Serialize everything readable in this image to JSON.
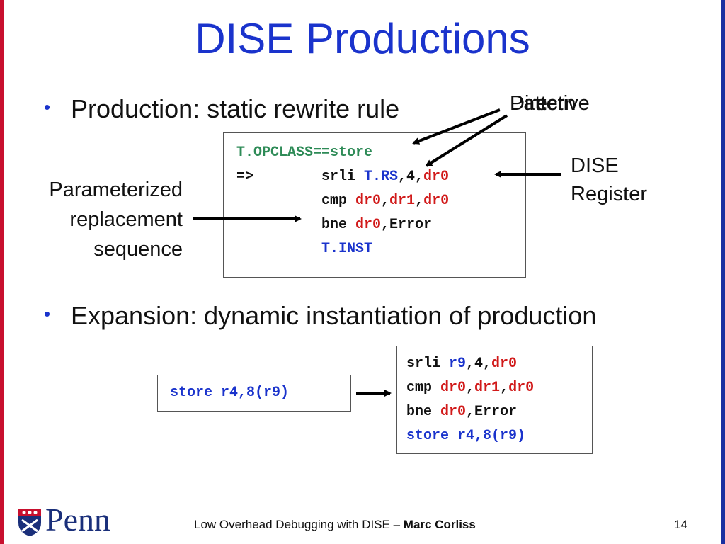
{
  "colors": {
    "title": "#1a33cc",
    "left_bar": "#c8102e",
    "right_bar": "#1a2fa0",
    "code_green": "#2e8b57",
    "code_blue": "#1a33cc",
    "code_red": "#d11a1a"
  },
  "title": "DISE Productions",
  "bullets": [
    "Production: static rewrite rule",
    "Expansion: dynamic instantiation of production"
  ],
  "annotations": {
    "pattern": "Pattern",
    "directive": "Directive",
    "dise_register_line1": "DISE",
    "dise_register_line2": "Register",
    "replacement_line1": "Parameterized",
    "replacement_line2": "replacement",
    "replacement_line3": "sequence"
  },
  "production": {
    "pattern": "T.OPCLASS==store",
    "arrow": "=>",
    "l1_op": "srli ",
    "l1_a": "T.RS",
    "l1_b": ",4,",
    "l1_c": "dr0",
    "l2_op": "cmp ",
    "l2_a": "dr0",
    "l2_b": ",",
    "l2_c": "dr1",
    "l2_d": ",",
    "l2_e": "dr0",
    "l3_op": "bne ",
    "l3_a": "dr0",
    "l3_b": ",Error",
    "l4": "T.INST"
  },
  "trigger": "store r4,8(r9)",
  "expansion": {
    "l1_op": "srli ",
    "l1_a": "r9",
    "l1_b": ",4,",
    "l1_c": "dr0",
    "l2_op": "cmp ",
    "l2_a": "dr0",
    "l2_b": ",",
    "l2_c": "dr1",
    "l2_d": ",",
    "l2_e": "dr0",
    "l3_op": "bne ",
    "l3_a": "dr0",
    "l3_b": ",Error",
    "l4": "store r4,8(r9)"
  },
  "footer": {
    "logo_text": "Penn",
    "text": "Low Overhead Debugging with DISE – ",
    "author": "Marc Corliss",
    "page": "14"
  }
}
